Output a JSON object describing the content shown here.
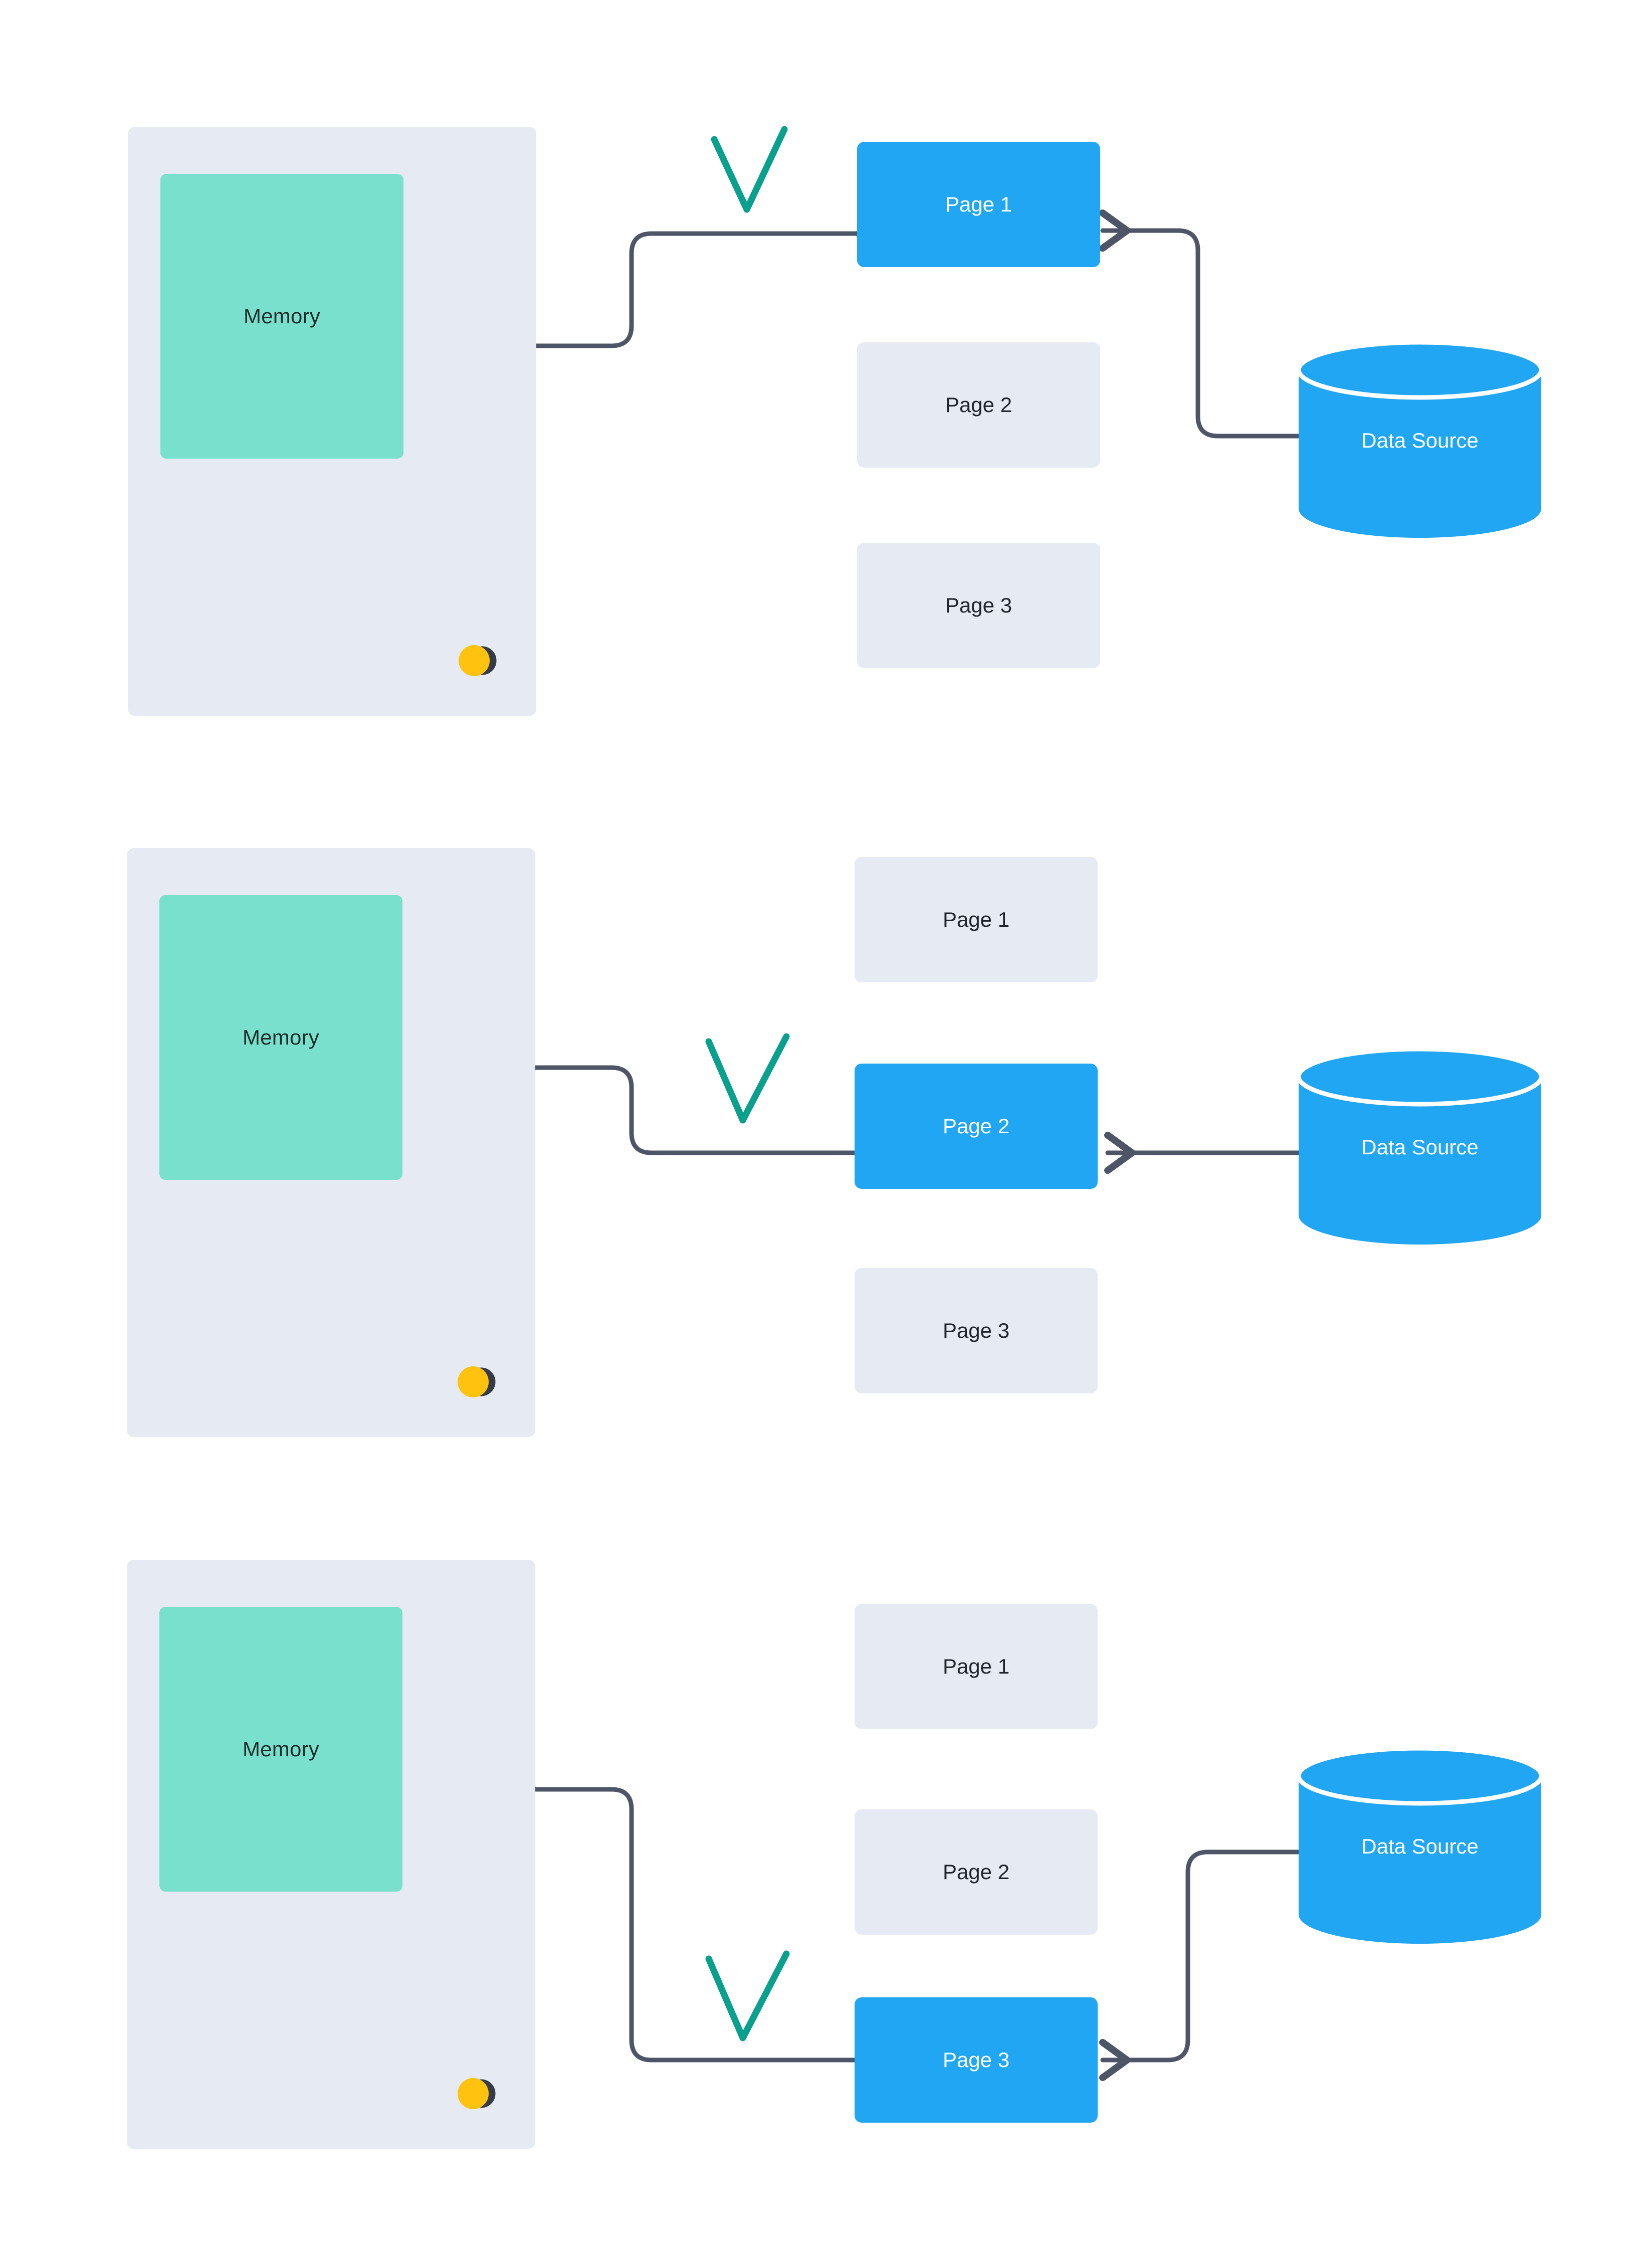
{
  "diagram": {
    "title": "Memory paging / data source fetch sequence",
    "type": "flow-diagram",
    "panel_count": 3
  },
  "colors": {
    "panel_background": "#e6eaf2",
    "memory_fill": "#79e0cd",
    "page_inactive": "#e6eaf2",
    "page_active": "#21a6f3",
    "data_source": "#21a6f3",
    "connector": "#4e5566",
    "checkmark": "#0aa08e",
    "logo_teal": "#05bfa8",
    "logo_yellow": "#ffc20e",
    "logo_dark": "#353b47",
    "text_dark": "#20242b",
    "text_light": "#ffffff"
  },
  "labels": {
    "memory": "Memory",
    "data_source": "Data Source",
    "page_1": "Page 1",
    "page_2": "Page 2",
    "page_3": "Page 3"
  },
  "panels": [
    {
      "id": "panel-1",
      "memory_label": "Memory",
      "data_source_label": "Data Source",
      "active_page": "Page 1",
      "checkmark_visible": true,
      "pages": [
        {
          "label": "Page 1",
          "active": true
        },
        {
          "label": "Page 2",
          "active": false
        },
        {
          "label": "Page 3",
          "active": false
        }
      ]
    },
    {
      "id": "panel-2",
      "memory_label": "Memory",
      "data_source_label": "Data Source",
      "active_page": "Page 2",
      "checkmark_visible": true,
      "pages": [
        {
          "label": "Page 1",
          "active": false
        },
        {
          "label": "Page 2",
          "active": true
        },
        {
          "label": "Page 3",
          "active": false
        }
      ]
    },
    {
      "id": "panel-3",
      "memory_label": "Memory",
      "data_source_label": "Data Source",
      "active_page": "Page 3",
      "checkmark_visible": true,
      "pages": [
        {
          "label": "Page 1",
          "active": false
        },
        {
          "label": "Page 2",
          "active": false
        },
        {
          "label": "Page 3",
          "active": true
        }
      ]
    }
  ],
  "icons": {
    "check": "checkmark-icon",
    "logo": "brand-logo-icon",
    "arrow": "arrow-left-icon",
    "cylinder": "database-cylinder-icon"
  }
}
